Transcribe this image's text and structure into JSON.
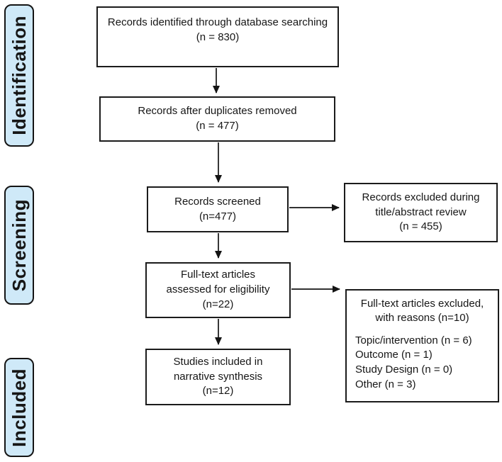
{
  "figure": {
    "stages": {
      "identification": "Identification",
      "screening": "Screening",
      "included": "Included"
    },
    "boxes": {
      "identified": {
        "line1": "Records identified through database searching",
        "line2": "(n = 830)"
      },
      "deduplicated": {
        "line1": "Records after duplicates removed",
        "line2": "(n = 477)"
      },
      "screened": {
        "line1": "Records screened",
        "line2": "(n=477)"
      },
      "fulltext_assessed": {
        "line1": "Full-text articles",
        "line2": "assessed for eligibility",
        "line3": "(n=22)"
      },
      "included_synthesis": {
        "line1": "Studies included in",
        "line2": "narrative synthesis",
        "line3": "(n=12)"
      },
      "excluded_title_abstract": {
        "line1": "Records excluded during",
        "line2": "title/abstract review",
        "line3": "(n = 455)"
      },
      "excluded_fulltext": {
        "heading_line1": "Full-text articles excluded,",
        "heading_line2": "with reasons (n=10)",
        "reasons": [
          "Topic/intervention (n = 6)",
          "Outcome (n = 1)",
          "Study Design (n = 0)",
          "Other (n = 3)"
        ]
      }
    },
    "colors": {
      "stage_fill": "#cfe9f8",
      "line_color": "#141414"
    }
  }
}
